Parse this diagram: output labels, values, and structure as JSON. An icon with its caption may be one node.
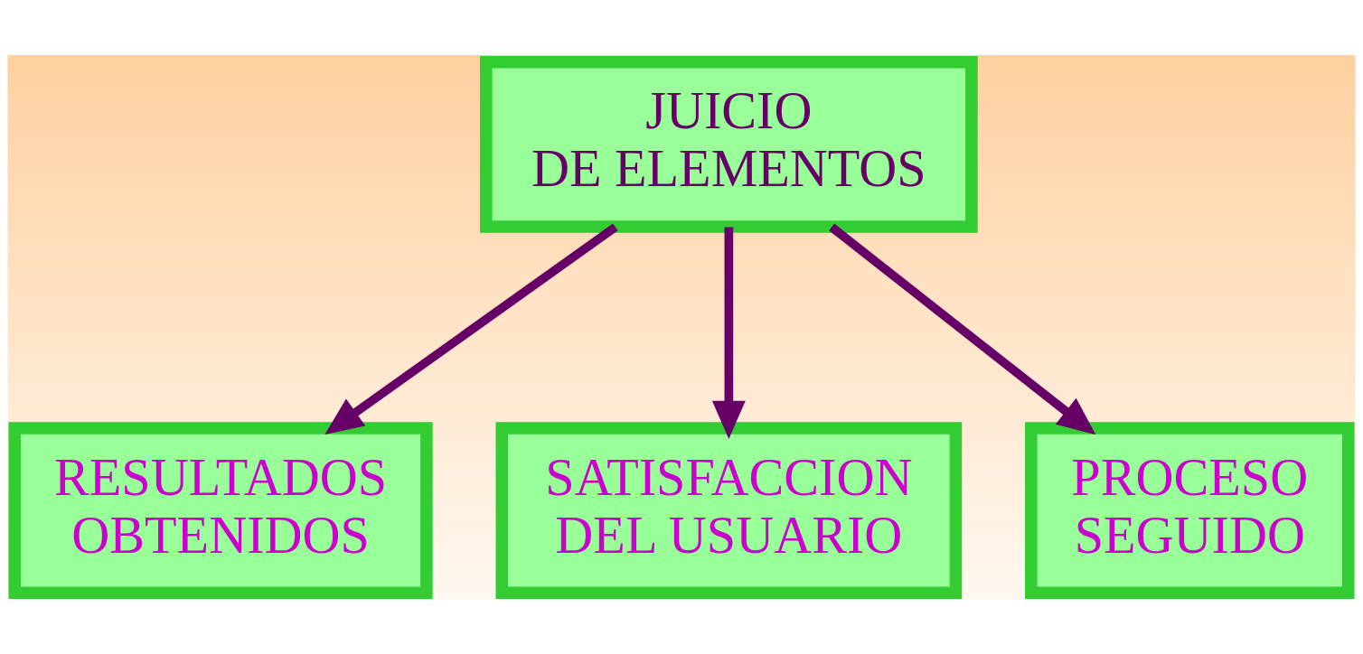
{
  "diagram": {
    "nodes": [
      {
        "text": [
          "JUICIO DE ELEMENTOS"
        ]
      },
      {
        "text": [
          "RESULTADOS OBTENIDOS"
        ]
      },
      {
        "text": [
          "SATISFACCION DEL USUARIO"
        ]
      },
      {
        "text": [
          "PROCESO SEGUIDO"
        ]
      }
    ],
    "edges": [
      {
        "from": 0,
        "to": 1,
        "arrow": "to"
      },
      {
        "from": 0,
        "to": 2,
        "arrow": "to"
      },
      {
        "from": 0,
        "to": 3,
        "arrow": "to"
      }
    ]
  }
}
